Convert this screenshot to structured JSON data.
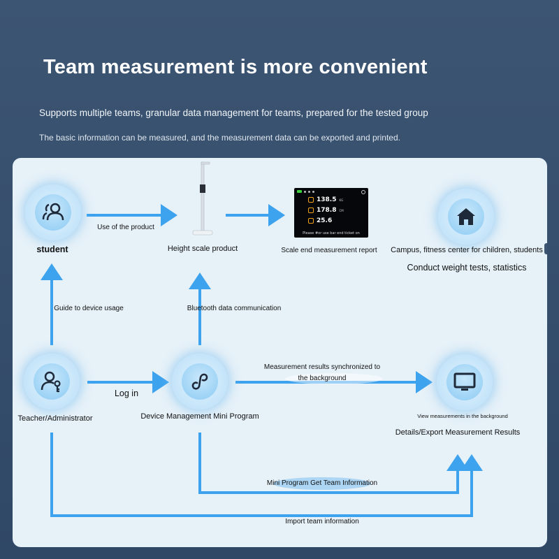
{
  "hero": {
    "title": "Team measurement is more convenient",
    "subtitle1": "Supports multiple teams, granular data management for teams, prepared for the tested group",
    "subtitle2": "The basic information can be measured, and the measurement data can be exported and printed."
  },
  "nodes": {
    "student": "student",
    "height_scale": "Height scale product",
    "report": "Scale end measurement report",
    "campus_line1": "Campus, fitness center for children, students",
    "campus_line2": "Conduct weight tests, statistics",
    "teacher": "Teacher/Administrator",
    "mini_program": "Device Management Mini Program",
    "view_line1": "View measurements in the background",
    "view_line2": "Details/Export Measurement Results"
  },
  "edges": {
    "use_product": "Use of the product",
    "guide": "Guide to device usage",
    "bluetooth": "Bluetooth data communication",
    "login": "Log in",
    "sync_line1": "Measurement results synchronized to",
    "sync_line2": "the background",
    "mini_get_team": "Mini Program Get Team Information",
    "import_team": "Import team information"
  },
  "device_screen": {
    "weight": "138.5",
    "weight_unit": "KG",
    "height": "178.8",
    "height_unit": "CM",
    "bmi": "25.6",
    "footer": "Please #or use bar end ticket on"
  },
  "icons": {
    "student": "people-icon",
    "campus": "home-icon",
    "teacher": "user-key-icon",
    "mini_program": "mini-program-icon",
    "monitor": "monitor-icon"
  },
  "colors": {
    "background": "#3c5573",
    "panel": "#e6f1f8",
    "arrow": "#3ea3ee",
    "icon": "#1e2a3a"
  }
}
